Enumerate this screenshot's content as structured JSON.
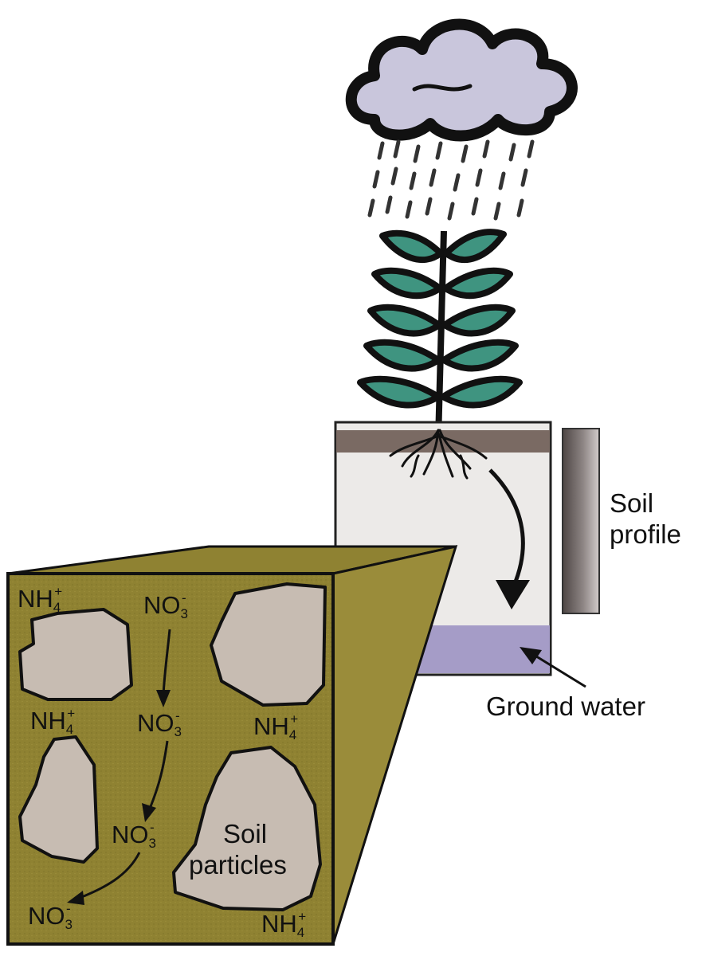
{
  "labels": {
    "soil_profile_line1": "Soil",
    "soil_profile_line2": "profile",
    "ground_water": "Ground water",
    "soil_particles_line1": "Soil",
    "soil_particles_line2": "particles"
  },
  "ions": {
    "nitrate": {
      "base": "NO",
      "subscript": "3",
      "charge": "-"
    },
    "ammonium": {
      "base": "NH",
      "subscript": "4",
      "charge": "+"
    }
  },
  "colors": {
    "cloud": "#c9c6dc",
    "rain": "#333333",
    "leaf": "#3f9480",
    "topsoil": "#7a6a63",
    "soil_body": "#eceae8",
    "ground_water": "#a59cc7",
    "inset_soil": "#8f8232",
    "particle": "#c7bcb2",
    "gradient_bar_dark": "#4e4644",
    "gradient_bar_light": "#d2cccb"
  }
}
